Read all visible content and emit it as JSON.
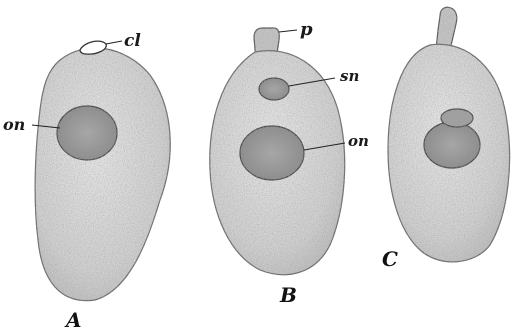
{
  "figure": {
    "colors": {
      "cell_fill": "#d8d8d8",
      "cell_edge": "#6a6a6a",
      "nucleus_fill": "#9a9a9a",
      "ink": "#1a1a1a"
    },
    "panels": [
      {
        "letter": "A",
        "labels": {
          "cl": "cl",
          "on": "on"
        }
      },
      {
        "letter": "B",
        "labels": {
          "p": "p",
          "sn": "sn",
          "on": "on"
        }
      },
      {
        "letter": "C",
        "labels": {}
      }
    ]
  }
}
